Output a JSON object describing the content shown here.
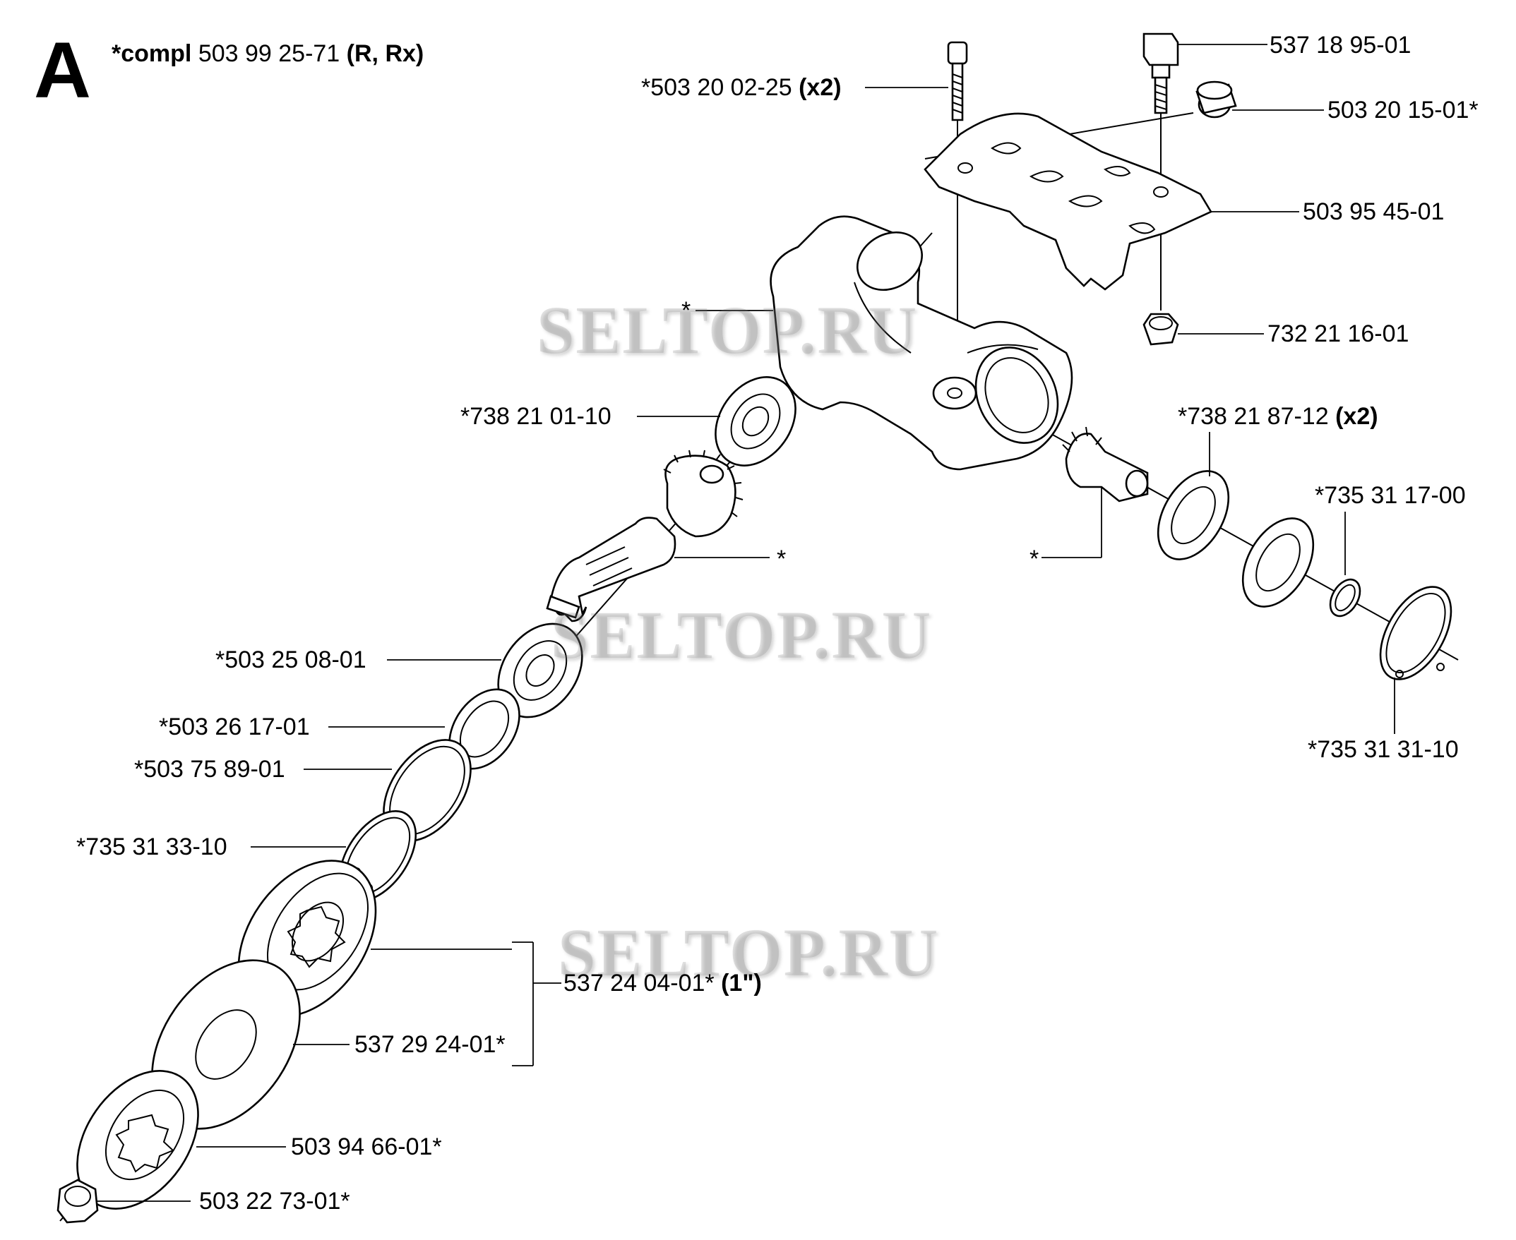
{
  "section": "A",
  "assembly": {
    "prefix": "*compl",
    "number": "503 99 25-71",
    "models": "(R, Rx)"
  },
  "watermark": "SELTOP.RU",
  "labels": {
    "l_537189501": {
      "num": "537 18 95-01",
      "suffix": ""
    },
    "l_503200225": {
      "num": "*503 20 02-25",
      "suffix": "(x2)"
    },
    "l_503201501": {
      "num": "503 20 15-01*",
      "suffix": ""
    },
    "l_503954501": {
      "num": "503 95 45-01",
      "suffix": ""
    },
    "l_732211601": {
      "num": "732 21 16-01",
      "suffix": ""
    },
    "l_star_housing": {
      "num": "*",
      "suffix": ""
    },
    "l_738210110": {
      "num": "*738 21 01-10",
      "suffix": ""
    },
    "l_738218712": {
      "num": "*738 21 87-12",
      "suffix": "(x2)"
    },
    "l_735311700": {
      "num": "*735 31 17-00",
      "suffix": ""
    },
    "l_star_shaft": {
      "num": "*",
      "suffix": ""
    },
    "l_star_pinion": {
      "num": "*",
      "suffix": ""
    },
    "l_503250801": {
      "num": "*503 25 08-01",
      "suffix": ""
    },
    "l_503261701": {
      "num": "*503 26 17-01",
      "suffix": ""
    },
    "l_503758901": {
      "num": "*503 75 89-01",
      "suffix": ""
    },
    "l_735313110": {
      "num": "*735 31 31-10",
      "suffix": ""
    },
    "l_735313310": {
      "num": "*735 31 33-10",
      "suffix": ""
    },
    "l_537240401": {
      "num": "537 24 04-01*",
      "suffix": "(1\")"
    },
    "l_537292401": {
      "num": "537 29 24-01*",
      "suffix": ""
    },
    "l_503946601": {
      "num": "503 94 66-01*",
      "suffix": ""
    },
    "l_503227301": {
      "num": "503 22 73-01*",
      "suffix": ""
    }
  }
}
